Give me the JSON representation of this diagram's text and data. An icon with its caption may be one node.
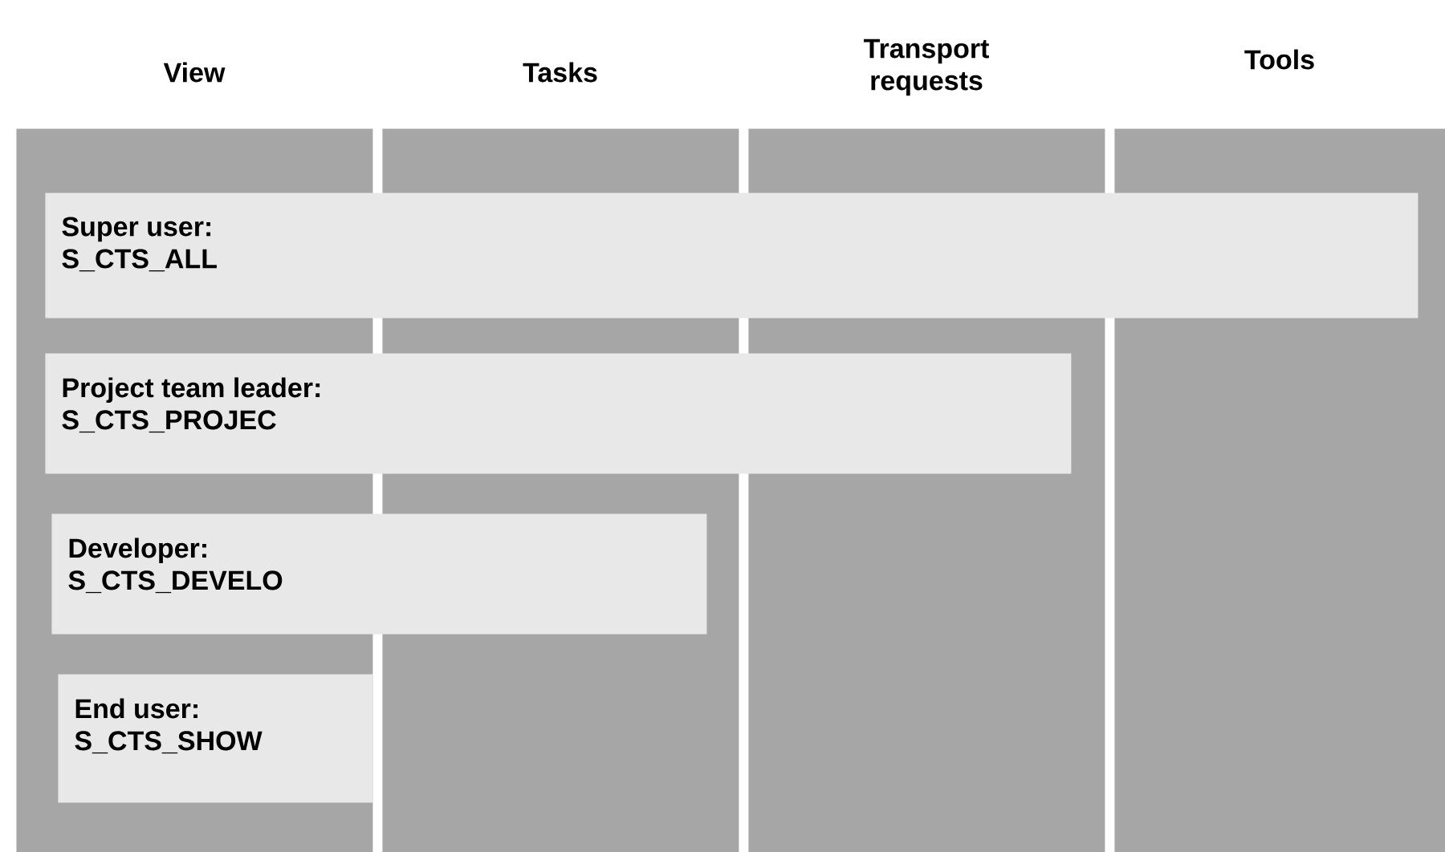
{
  "diagram": {
    "nodes": [
      {
        "text": [
          "View"
        ]
      },
      {
        "text": [
          "Tasks"
        ]
      },
      {
        "text": [
          "Transport requests"
        ]
      },
      {
        "text": [
          "Tools"
        ]
      },
      {
        "text": [
          "Super user:",
          "S_CTS_ALL"
        ]
      },
      {
        "text": [
          "Project team leader:",
          "S_CTS_PROJEC"
        ]
      },
      {
        "text": [
          "Developer:",
          "S_CTS_DEVELO"
        ]
      },
      {
        "text": [
          "End user:",
          "S_CTS_SHOW"
        ],
        "in": 0
      }
    ]
  }
}
